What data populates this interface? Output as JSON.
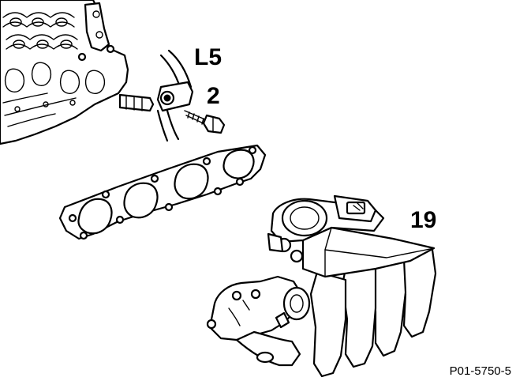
{
  "labels": {
    "bracket": "L5",
    "bolt": "2",
    "manifold": "19"
  },
  "figure_id": "P01-5750-5",
  "colors": {
    "ink": "#000000",
    "paper": "#ffffff"
  }
}
